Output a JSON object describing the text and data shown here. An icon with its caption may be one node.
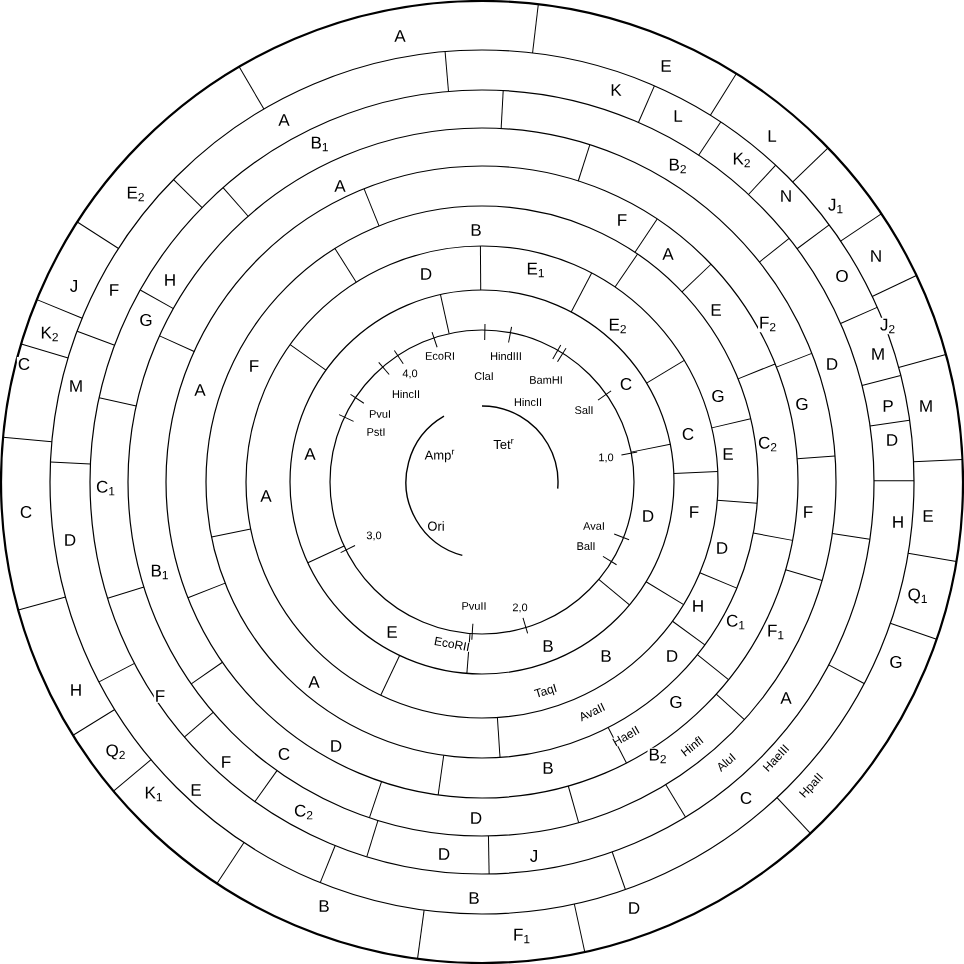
{
  "diagram": {
    "labels": [
      "A",
      "A",
      "B$_{1}$",
      "A",
      "B",
      "D",
      "E$_{2}$",
      "J",
      "F",
      "H",
      "G",
      "K$_{2}$",
      "C",
      "M",
      "A",
      "F",
      "A",
      "K",
      "E",
      "L",
      "L",
      "B$_{2}$",
      "K$_{2}$",
      "N",
      "J$_{1}$",
      "F",
      "A",
      "N",
      "O",
      "E$_{1}$",
      "E",
      "E$_{2}$",
      "F$_{2}$",
      "J$_{2}$",
      "D",
      "M",
      "C",
      "G",
      "G",
      "P",
      "M",
      "C",
      "E",
      "C$_{2}$",
      "D",
      "D",
      "F",
      "F",
      "H",
      "E",
      "D",
      "Q$_{1}$",
      "H",
      "C$_{1}$",
      "F$_{1}$",
      "B",
      "B",
      "D",
      "G",
      "A",
      "G",
      "B",
      "B$_{2}$",
      "C",
      "J",
      "D",
      "F$_{1}$",
      "C",
      "D",
      "C$_{1}$",
      "B$_{1}$",
      "A",
      "E",
      "H",
      "F",
      "A",
      "Q$_{2}$",
      "F",
      "C",
      "D",
      "K$_{1}$",
      "E",
      "C$_{2}$",
      "D",
      "D",
      "B",
      "B",
      "EcoRI",
      "HindIII",
      "4,0",
      "ClaI",
      "HincII",
      "PvuI",
      "PstI",
      "BamHI",
      "HincII",
      "SalI",
      "1,0",
      "AvaI",
      "BalI",
      "PvuII",
      "2,0",
      "3,0",
      "Amp$^{r}$",
      "Tet$^{r}$",
      "Ori",
      "EcoRII",
      "TaqI",
      "AvaII",
      "HaeII",
      "HinfI",
      "AluI",
      "HaeIII",
      "HpaII"
    ]
  }
}
